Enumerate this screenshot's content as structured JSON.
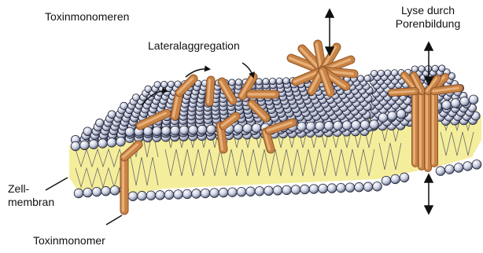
{
  "labels": {
    "toxin_monomers": "Toxinmonomeren",
    "lateral_aggregation": "Lateralaggregation",
    "lysis_line1": "Lyse durch",
    "lysis_line2": "Porenbildung",
    "cell_line1": "Zell-",
    "cell_line2": "membran",
    "toxin_monomer": "Toxinmonomer"
  },
  "colors": {
    "background": "#ffffff",
    "lipid_core": "#f4ee9c",
    "lipid_tail": "#6b6b6b",
    "head_fill": "#d7dbe8",
    "head_stroke": "#1c1f33",
    "head_dark": "#4c5470",
    "toxin_fill": "#c98345",
    "toxin_light": "#e7b07a",
    "toxin_dark": "#8f5527",
    "arrow": "#111111"
  }
}
